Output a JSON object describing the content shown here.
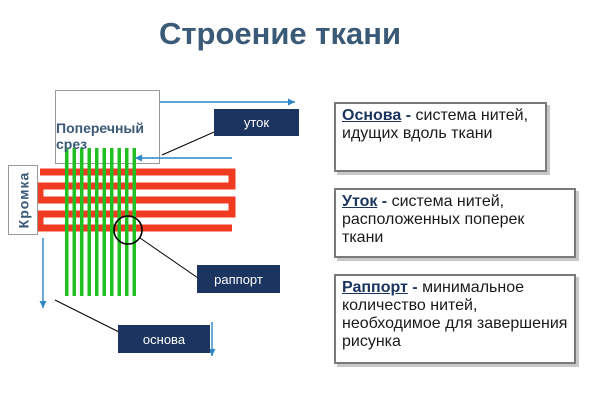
{
  "title": "Строение ткани",
  "diagram": {
    "cross_section_label": "Поперечный срез",
    "selvage_label": "Кромка",
    "weft_label": "уток",
    "repeat_label": "раппорт",
    "warp_label": "основа"
  },
  "definitions": [
    {
      "term": "Основа",
      "sep": " - ",
      "text": "система нитей, идущих вдоль ткани"
    },
    {
      "term": "Уток",
      "sep": " - ",
      "text": "система нитей, расположенных поперек ткани"
    },
    {
      "term": "Раппорт",
      "sep": " - ",
      "text": "минимальное количество нитей, необходимое для завершения рисунка"
    }
  ],
  "colors": {
    "warp": "#21c021",
    "weft": "#ee3b22",
    "arrow": "#2c86c8",
    "label_bg": "#1b3560",
    "title": "#3a5a78"
  }
}
